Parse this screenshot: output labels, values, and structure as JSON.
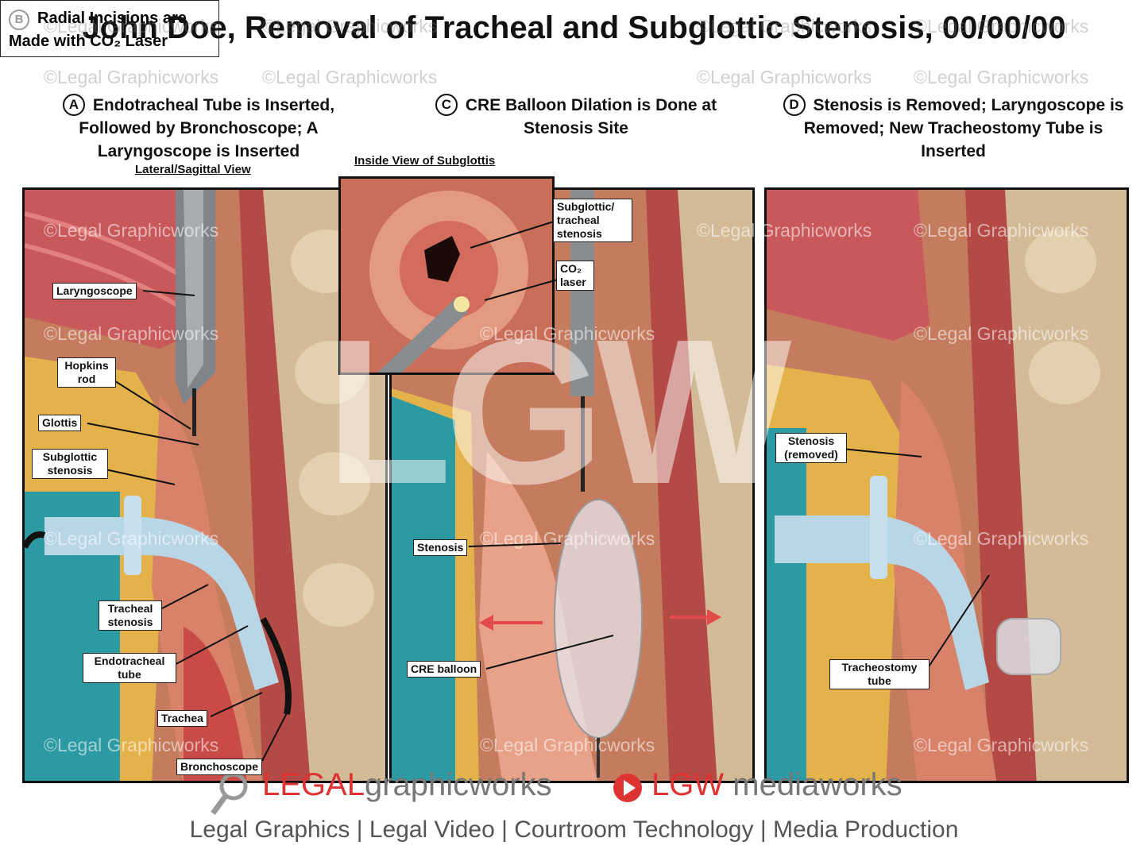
{
  "title": "John Doe, Removal of Tracheal and Subglottic Stenosis, 00/00/00",
  "steps": {
    "a": {
      "letter": "A",
      "text": "Endotracheal Tube is Inserted, Followed by Bronchoscope; A Laryngoscope is Inserted"
    },
    "b": {
      "letter": "B",
      "text": "Radial Incisions are Made with CO₂ Laser"
    },
    "c": {
      "letter": "C",
      "text": "CRE Balloon Dilation is Done at Stenosis Site"
    },
    "d": {
      "letter": "D",
      "text": "Stenosis is Removed; Laryngoscope is Removed; New Tracheostomy Tube is Inserted"
    }
  },
  "subtitles": {
    "lateral": "Lateral/Sagittal View",
    "inside": "Inside View of Subglottis"
  },
  "labels": {
    "laryngoscope": "Laryngoscope",
    "hopkins": "Hopkins rod",
    "glottis": "Glottis",
    "subglottic": "Subglottic stenosis",
    "tracheal": "Tracheal stenosis",
    "endotracheal": "Endotracheal tube",
    "trachea": "Trachea",
    "bronchoscope": "Bronchoscope",
    "inside_stenosis": "Subglottic/ tracheal stenosis",
    "co2": "CO₂ laser",
    "stenosis_c": "Stenosis",
    "cre": "CRE balloon",
    "stenosis_removed": "Stenosis (removed)",
    "tracheostomy": "Tracheostomy tube"
  },
  "watermark": "©Legal Graphicworks",
  "big_mark": "LGW",
  "logos": {
    "legal": "LEGAL",
    "graphicworks": "graphicworks",
    "lgw": "LGW",
    "mediaworks": "mediaworks"
  },
  "footer": "Legal Graphics | Legal Video | Courtroom Technology | Media Production"
}
